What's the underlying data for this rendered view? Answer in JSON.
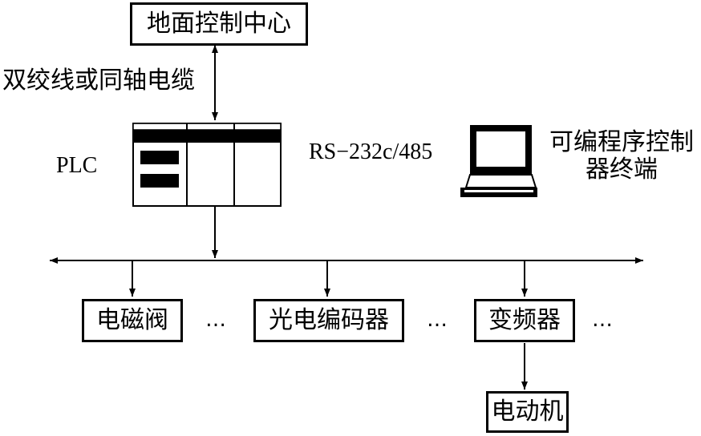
{
  "nodes": {
    "ground_control_center": "地面控制中心",
    "plc": "PLC",
    "terminal_line1": "可编程序控制",
    "terminal_line2": "器终端",
    "solenoid_valve": "电磁阀",
    "photoelectric_encoder": "光电编码器",
    "frequency_converter": "变频器",
    "motor": "电动机"
  },
  "links": {
    "cable_label": "双绞线或同轴电缆",
    "serial_label": "RS−232c/485"
  },
  "ellipsis": "…",
  "colors": {
    "line": "#000000",
    "background": "#ffffff"
  }
}
